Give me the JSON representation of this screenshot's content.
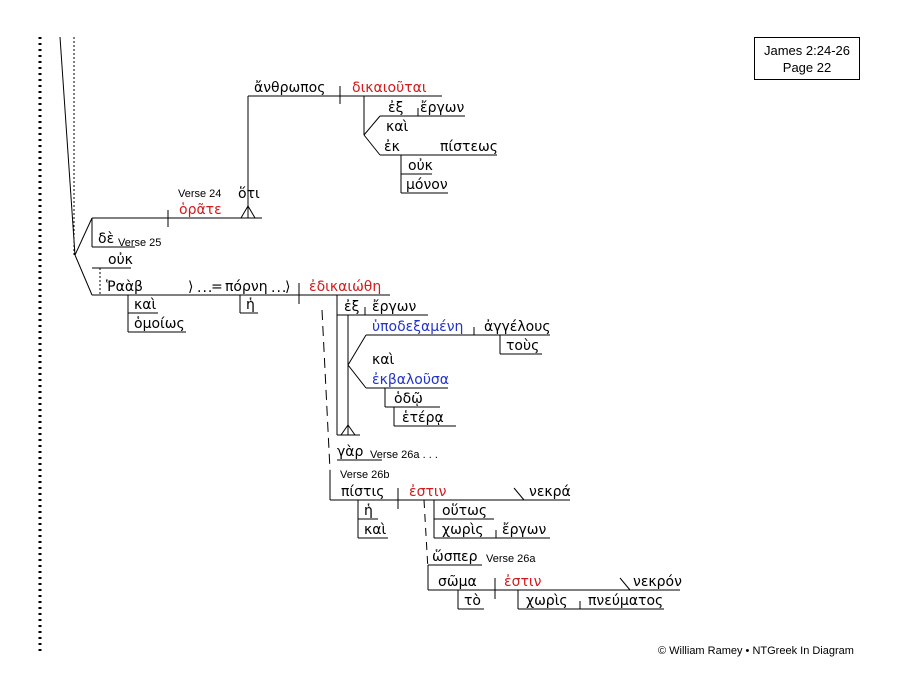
{
  "reference": {
    "line1": "James 2:24-26",
    "line2": "Page 22"
  },
  "copyright": "© William Ramey • NTGreek In Diagram",
  "words": {
    "anthropos": "ἄνθρωπος",
    "dikaioutai": "δικαιοῦται",
    "ex1": "ἐξ",
    "ergon1": "ἔργων",
    "kai1": "καὶ",
    "ek": "ἐκ",
    "pisteos": "πίστεως",
    "ouk1": "οὐκ",
    "monon": "μόνον",
    "hoti": "ὅτι",
    "horate": "ὁρᾶτε",
    "de": "δὲ",
    "ouk2": "οὐκ",
    "rhaab": "Ῥαὰβ",
    "eq": "=",
    "porne": "πόρνη",
    "he": "ἡ",
    "edikaiothe": "ἐδικαιώθη",
    "kai2": "καὶ",
    "homoios": "ὁμοίως",
    "ex2": "ἐξ",
    "ergon2": "ἔργων",
    "hypodexamene": "ὑποδεξαμένη",
    "angelous": "ἀγγέλους",
    "tous": "τοὺς",
    "kai3": "καὶ",
    "ekbalousa": "ἐκβαλοῦσα",
    "hodo": "ὁδῷ",
    "hetera": "ἑτέρᾳ",
    "gar": "γὰρ",
    "pistis": "πίστις",
    "estin1": "ἐστιν",
    "nekra": "νεκρά",
    "he2": "ἡ",
    "kai4": "καὶ",
    "houtos": "οὕτως",
    "choris1": "χωρὶς",
    "ergon3": "ἔργων",
    "hosper": "ὥσπερ",
    "soma": "σῶμα",
    "estin2": "ἐστιν",
    "nekron": "νεκρόν",
    "to": "τὸ",
    "choris2": "χωρὶς",
    "pneumatos": "πνεύματος"
  },
  "labels": {
    "verse24": "Verse 24",
    "verse25": "Verse 25",
    "verse26a_gar": "Verse 26a . . .",
    "verse26b": "Verse 26b",
    "verse26a_hosper": "Verse 26a"
  },
  "colors": {
    "verb": "#d41a1a",
    "participle": "#2233cc",
    "text": "#000000"
  }
}
